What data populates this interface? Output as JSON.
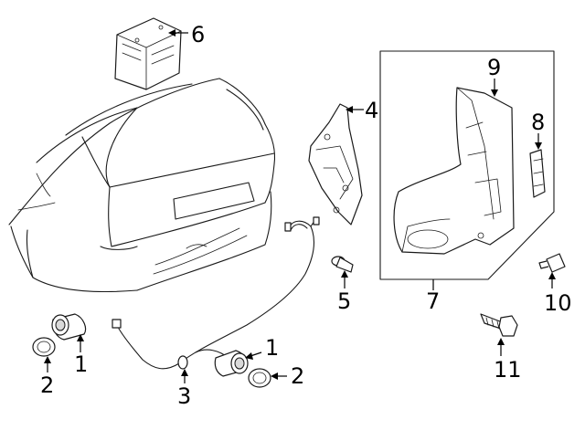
{
  "callouts": [
    {
      "id": "1a",
      "label": "1"
    },
    {
      "id": "1b",
      "label": "1"
    },
    {
      "id": "2a",
      "label": "2"
    },
    {
      "id": "2b",
      "label": "2"
    },
    {
      "id": "3",
      "label": "3"
    },
    {
      "id": "4",
      "label": "4"
    },
    {
      "id": "5",
      "label": "5"
    },
    {
      "id": "6",
      "label": "6"
    },
    {
      "id": "7",
      "label": "7"
    },
    {
      "id": "8",
      "label": "8"
    },
    {
      "id": "9",
      "label": "9"
    },
    {
      "id": "10",
      "label": "10"
    },
    {
      "id": "11",
      "label": "11"
    }
  ]
}
